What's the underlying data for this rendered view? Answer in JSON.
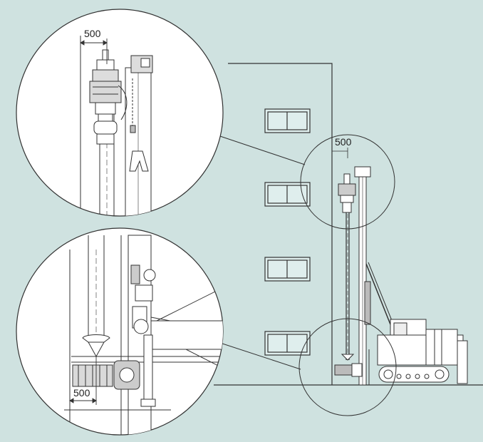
{
  "colors": {
    "background": "#cfe2e0",
    "line": "#333333",
    "detail_fill": "#ffffff",
    "part_fill": "#d9d9d9"
  },
  "dimensions": {
    "top_detail": "500",
    "main_view": "500",
    "bottom_detail": "500"
  }
}
